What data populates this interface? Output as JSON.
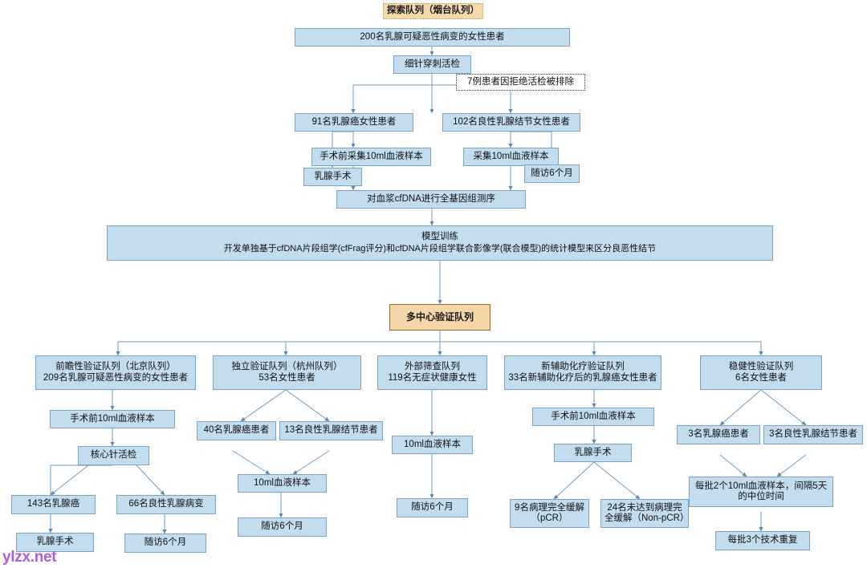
{
  "figure": {
    "watermark": "ylzx.net"
  },
  "exploration_cohort": {
    "title": "探索队列（烟台队列）",
    "n_patients": "200名乳腺可疑恶性病变的女性患者",
    "fna_biopsy": "细针穿刺活检",
    "excluded": "7例患者因拒绝活检被排除",
    "cancer_group": "91名乳腺癌女性患者",
    "benign_group": "102名良性乳腺结节女性患者",
    "cancer_blood": "手术前采集10ml血液样本",
    "cancer_surgery": "乳腺手术",
    "benign_blood": "采集10ml血液样本",
    "benign_followup": "随访6个月",
    "wgs": "对血浆cfDNA进行全基因组测序"
  },
  "model_training": {
    "line1": "模型训练",
    "line2": "开发单独基于cfDNA片段组学(cfFrag评分)和cfDNA片段组学联合影像学(联合模型)的统计模型来区分良恶性结节"
  },
  "validation": {
    "title": "多中心验证队列",
    "branches": [
      {
        "id": "prospective",
        "header": "前瞻性验证队列（北京队列）\n209名乳腺可疑恶性病变的女性患者",
        "steps": {
          "blood": "手术前10ml血液样本",
          "core_biopsy": "核心针活检",
          "cancer": "143名乳腺癌",
          "benign": "66名良性乳腺病变",
          "cancer_next": "乳腺手术",
          "benign_next": "随访6个月"
        }
      },
      {
        "id": "independent",
        "header": "独立验证队列（杭州队列）\n53名女性患者",
        "steps": {
          "cancer": "40名乳腺癌患者",
          "benign": "13名良性乳腺结节患者",
          "blood": "10ml血液样本",
          "followup": "随访6个月"
        }
      },
      {
        "id": "external-screening",
        "header": "外部筛查队列\n119名无症状健康女性",
        "steps": {
          "blood": "10ml血液样本",
          "followup": "随访6个月"
        }
      },
      {
        "id": "neoadjuvant",
        "header": "新辅助化疗验证队列\n33名新辅助化疗后的乳腺癌女性患者",
        "steps": {
          "blood": "手术前10ml血液样本",
          "surgery": "乳腺手术",
          "pcr": "9名病理完全缓解\n（pCR）",
          "non_pcr": "24名未达到病理完\n全缓解（Non-pCR）"
        }
      },
      {
        "id": "robustness",
        "header": "稳健性验证队列\n6名女性患者",
        "steps": {
          "cancer": "3名乳腺癌患者",
          "benign": "3名良性乳腺结节患者",
          "batches": "每批2个10ml血液样本，间隔5天\n的中位时间",
          "replicates": "每批3个技术重复"
        }
      }
    ]
  }
}
